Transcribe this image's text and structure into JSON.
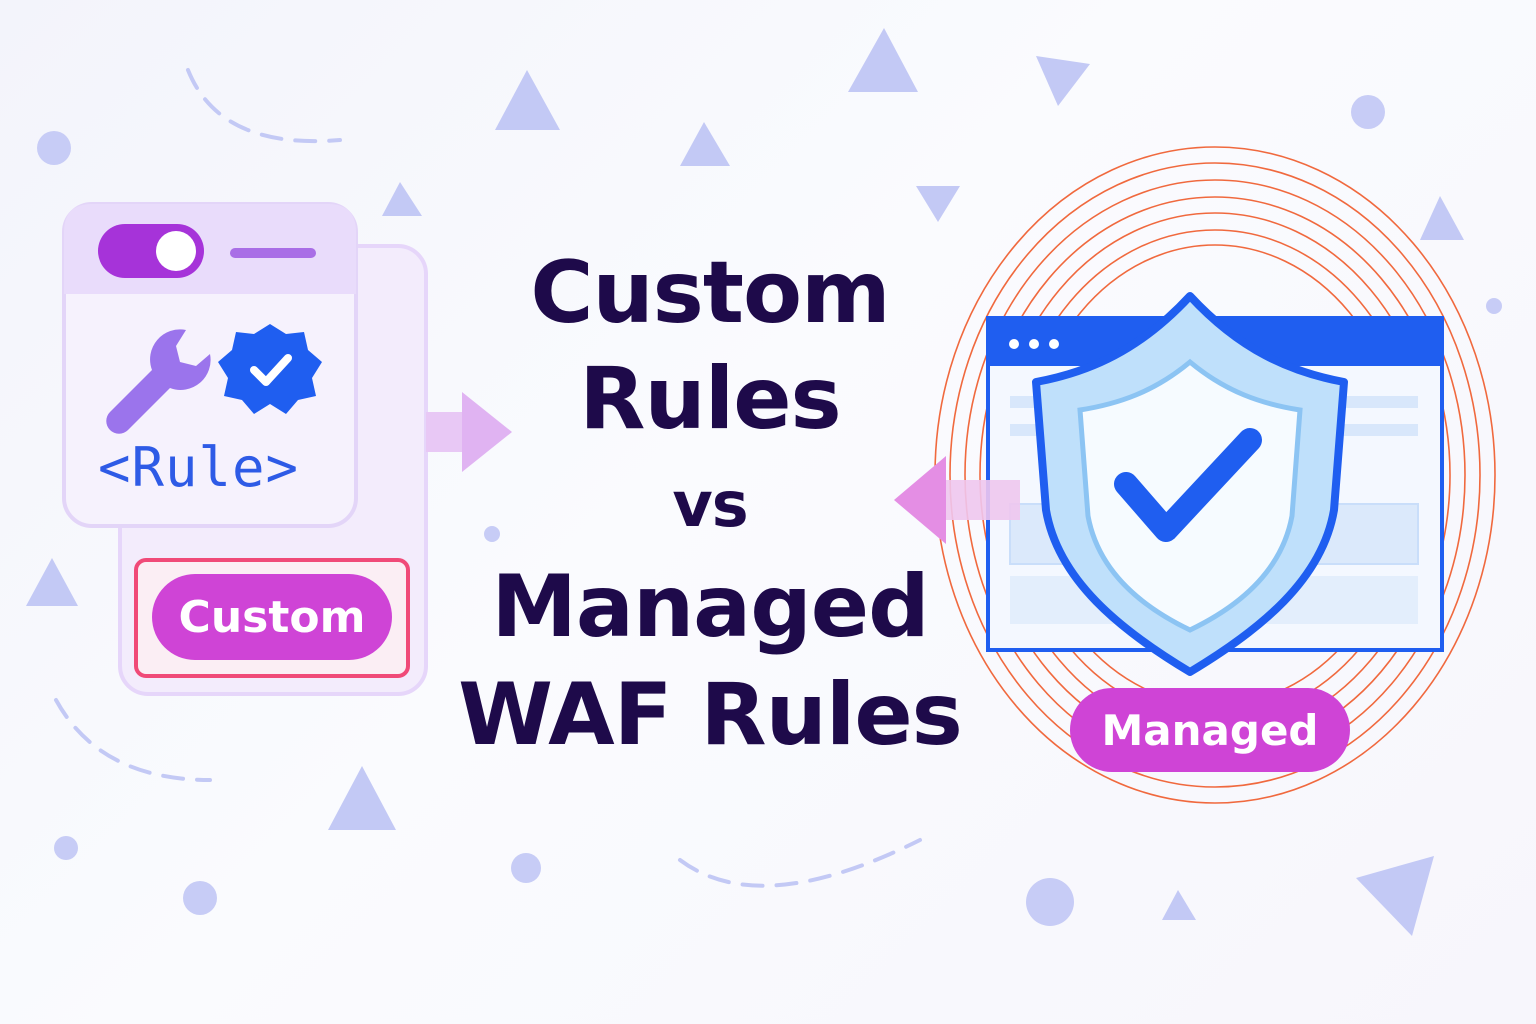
{
  "title": {
    "line1": "Custom",
    "line2": "Rules",
    "line3": "vs",
    "line4": "Managed",
    "line5": "WAF Rules"
  },
  "custom_card": {
    "code_label": "<Rule>",
    "badge": "Custom",
    "icons": [
      "toggle-switch-icon",
      "wrench-icon",
      "verified-gear-icon",
      "arrow-right-icon"
    ]
  },
  "managed_card": {
    "badge": "Managed",
    "icons": [
      "browser-window-icon",
      "shield-check-icon",
      "arrow-left-icon",
      "concentric-waves-icon"
    ]
  },
  "colors": {
    "title": "#1e0a4a",
    "badge": "#cf44d6",
    "accent_purple": "#a633d9",
    "accent_blue": "#1f5ef0",
    "shield_light": "#bfe0fb",
    "waves": "#f05a2a",
    "decor": "#c3c9f5"
  }
}
